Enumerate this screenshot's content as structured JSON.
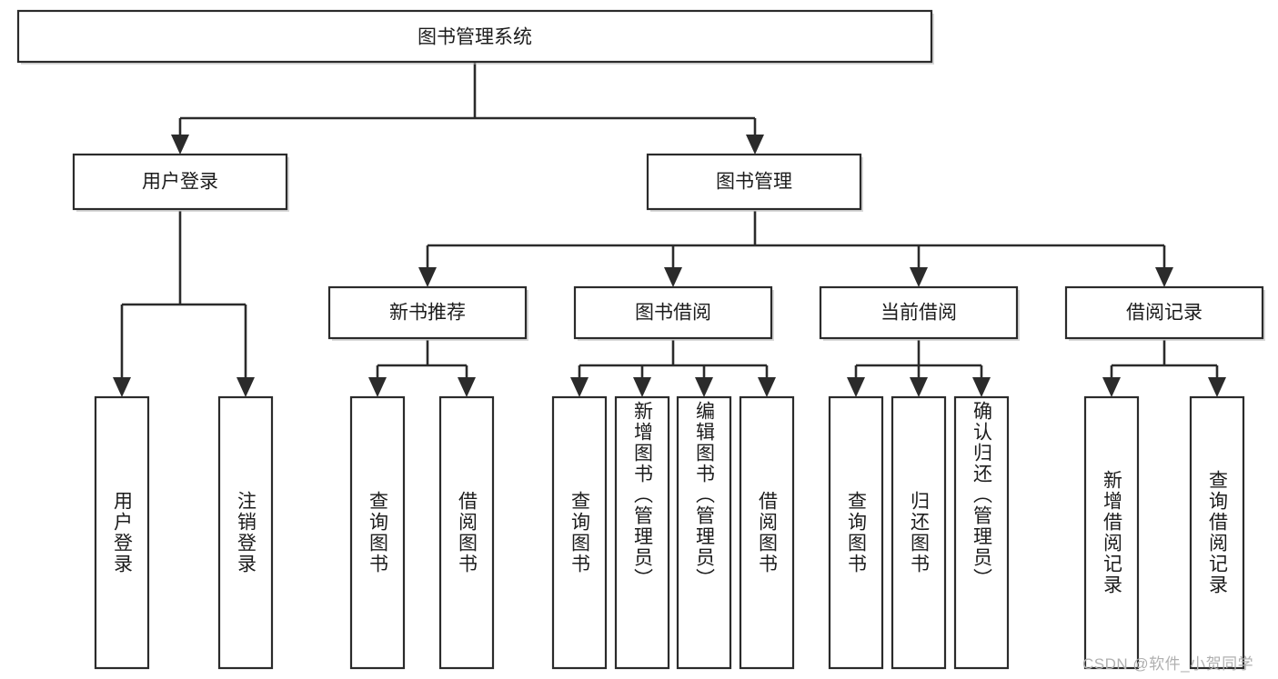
{
  "diagram": {
    "type": "tree",
    "title": "图书管理系统",
    "root": {
      "id": "root",
      "label": "图书管理系统"
    },
    "level2": [
      {
        "id": "user-login",
        "label": "用户登录"
      },
      {
        "id": "book-manage",
        "label": "图书管理"
      }
    ],
    "level3": [
      {
        "id": "new-book-recommend",
        "label": "新书推荐",
        "parent": "book-manage"
      },
      {
        "id": "book-borrow",
        "label": "图书借阅",
        "parent": "book-manage"
      },
      {
        "id": "current-borrow",
        "label": "当前借阅",
        "parent": "book-manage"
      },
      {
        "id": "borrow-record",
        "label": "借阅记录",
        "parent": "book-manage"
      }
    ],
    "leaves": {
      "user-login": [
        {
          "id": "leaf-user-login",
          "label": "用户登录"
        },
        {
          "id": "leaf-logout",
          "label": "注销登录"
        }
      ],
      "new-book-recommend": [
        {
          "id": "leaf-query-book-1",
          "label": "查询图书"
        },
        {
          "id": "leaf-borrow-book-1",
          "label": "借阅图书"
        }
      ],
      "book-borrow": [
        {
          "id": "leaf-query-book-2",
          "label": "查询图书"
        },
        {
          "id": "leaf-add-book",
          "label": "新增图书（管理员）"
        },
        {
          "id": "leaf-edit-book",
          "label": "编辑图书（管理员）"
        },
        {
          "id": "leaf-borrow-book-2",
          "label": "借阅图书"
        }
      ],
      "current-borrow": [
        {
          "id": "leaf-query-book-3",
          "label": "查询图书"
        },
        {
          "id": "leaf-return-book",
          "label": "归还图书"
        },
        {
          "id": "leaf-confirm-return",
          "label": "确认归还（管理员）"
        }
      ],
      "borrow-record": [
        {
          "id": "leaf-add-record",
          "label": "新增借阅记录"
        },
        {
          "id": "leaf-query-record",
          "label": "查询借阅记录"
        }
      ]
    }
  },
  "watermark": {
    "text": "CSDN @软件_小贺同学"
  },
  "colors": {
    "stroke": "#2b2b2b",
    "fill": "#ffffff",
    "text": "#1c1c1c",
    "watermark": "#b0b0b0"
  }
}
